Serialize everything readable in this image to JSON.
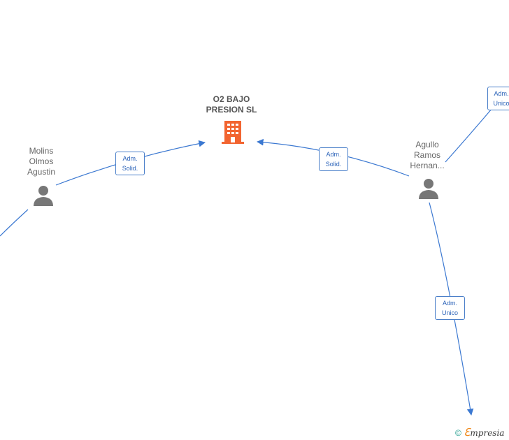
{
  "nodes": {
    "company": {
      "name": "O2 BAJO\nPRESION  SL",
      "color": "#f26430"
    },
    "molins": {
      "name": "Molins\nOlmos\nAgustin"
    },
    "agullo": {
      "name": "Agullo\nRamos\nHernan..."
    }
  },
  "edges": {
    "molins_company": "Adm.\nSolid.",
    "agullo_company": "Adm.\nSolid.",
    "topright_agullo": "Adm.\nUnico",
    "agullo_down": "Adm.\nUnico"
  },
  "colors": {
    "edge": "#3b78d1",
    "person": "#777777"
  },
  "footer": {
    "copyright": "©",
    "brand_e": "ℇ",
    "brand_rest": "mpresia"
  }
}
